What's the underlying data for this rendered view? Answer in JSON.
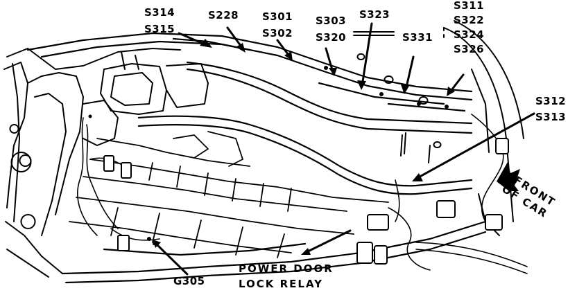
{
  "callouts": {
    "s314": "S314",
    "s315": "S315",
    "s228": "S228",
    "s301": "S301",
    "s302": "S302",
    "s303": "S303",
    "s320": "S320",
    "s323": "S323",
    "s331": "S331",
    "s311": "S311",
    "s322": "S322",
    "s324": "S324",
    "s326": "S326",
    "s312": "S312",
    "s313": "S313",
    "g305": "G305"
  },
  "relay_label": {
    "line1": "POWER DOOR",
    "line2": "LOCK RELAY"
  },
  "direction_label": {
    "line1": "FRONT",
    "line2": "OF CAR"
  }
}
